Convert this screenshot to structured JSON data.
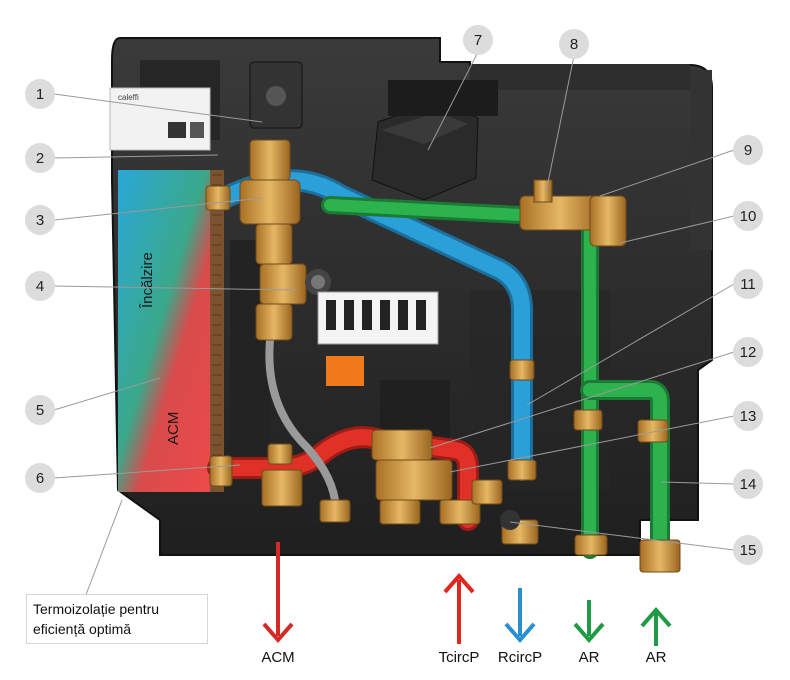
{
  "callouts": [
    "1",
    "2",
    "3",
    "4",
    "5",
    "6",
    "7",
    "8",
    "9",
    "10",
    "11",
    "12",
    "13",
    "14",
    "15"
  ],
  "heat_exchanger": {
    "top_label": "Încălzire",
    "bottom_label": "ACM"
  },
  "insulation_note": {
    "line1": "Termoizolație pentru",
    "line2": "eficiență optimă"
  },
  "flow_arrows": [
    {
      "label": "ACM",
      "direction": "down",
      "color": "#d42a25"
    },
    {
      "label": "TcircP",
      "direction": "up",
      "color": "#e0261f"
    },
    {
      "label": "RcircP",
      "direction": "down",
      "color": "#2a8fd1"
    },
    {
      "label": "AR",
      "direction": "down",
      "color": "#1f9a45"
    },
    {
      "label": "AR",
      "direction": "up",
      "color": "#1f9a45"
    }
  ],
  "colors": {
    "insulation": "#2b2b2b",
    "pipe_blue": "#2a9fd8",
    "pipe_green": "#2db34e",
    "pipe_red": "#e03127",
    "brass": "#c9923a"
  },
  "brand_text": "caleffi"
}
